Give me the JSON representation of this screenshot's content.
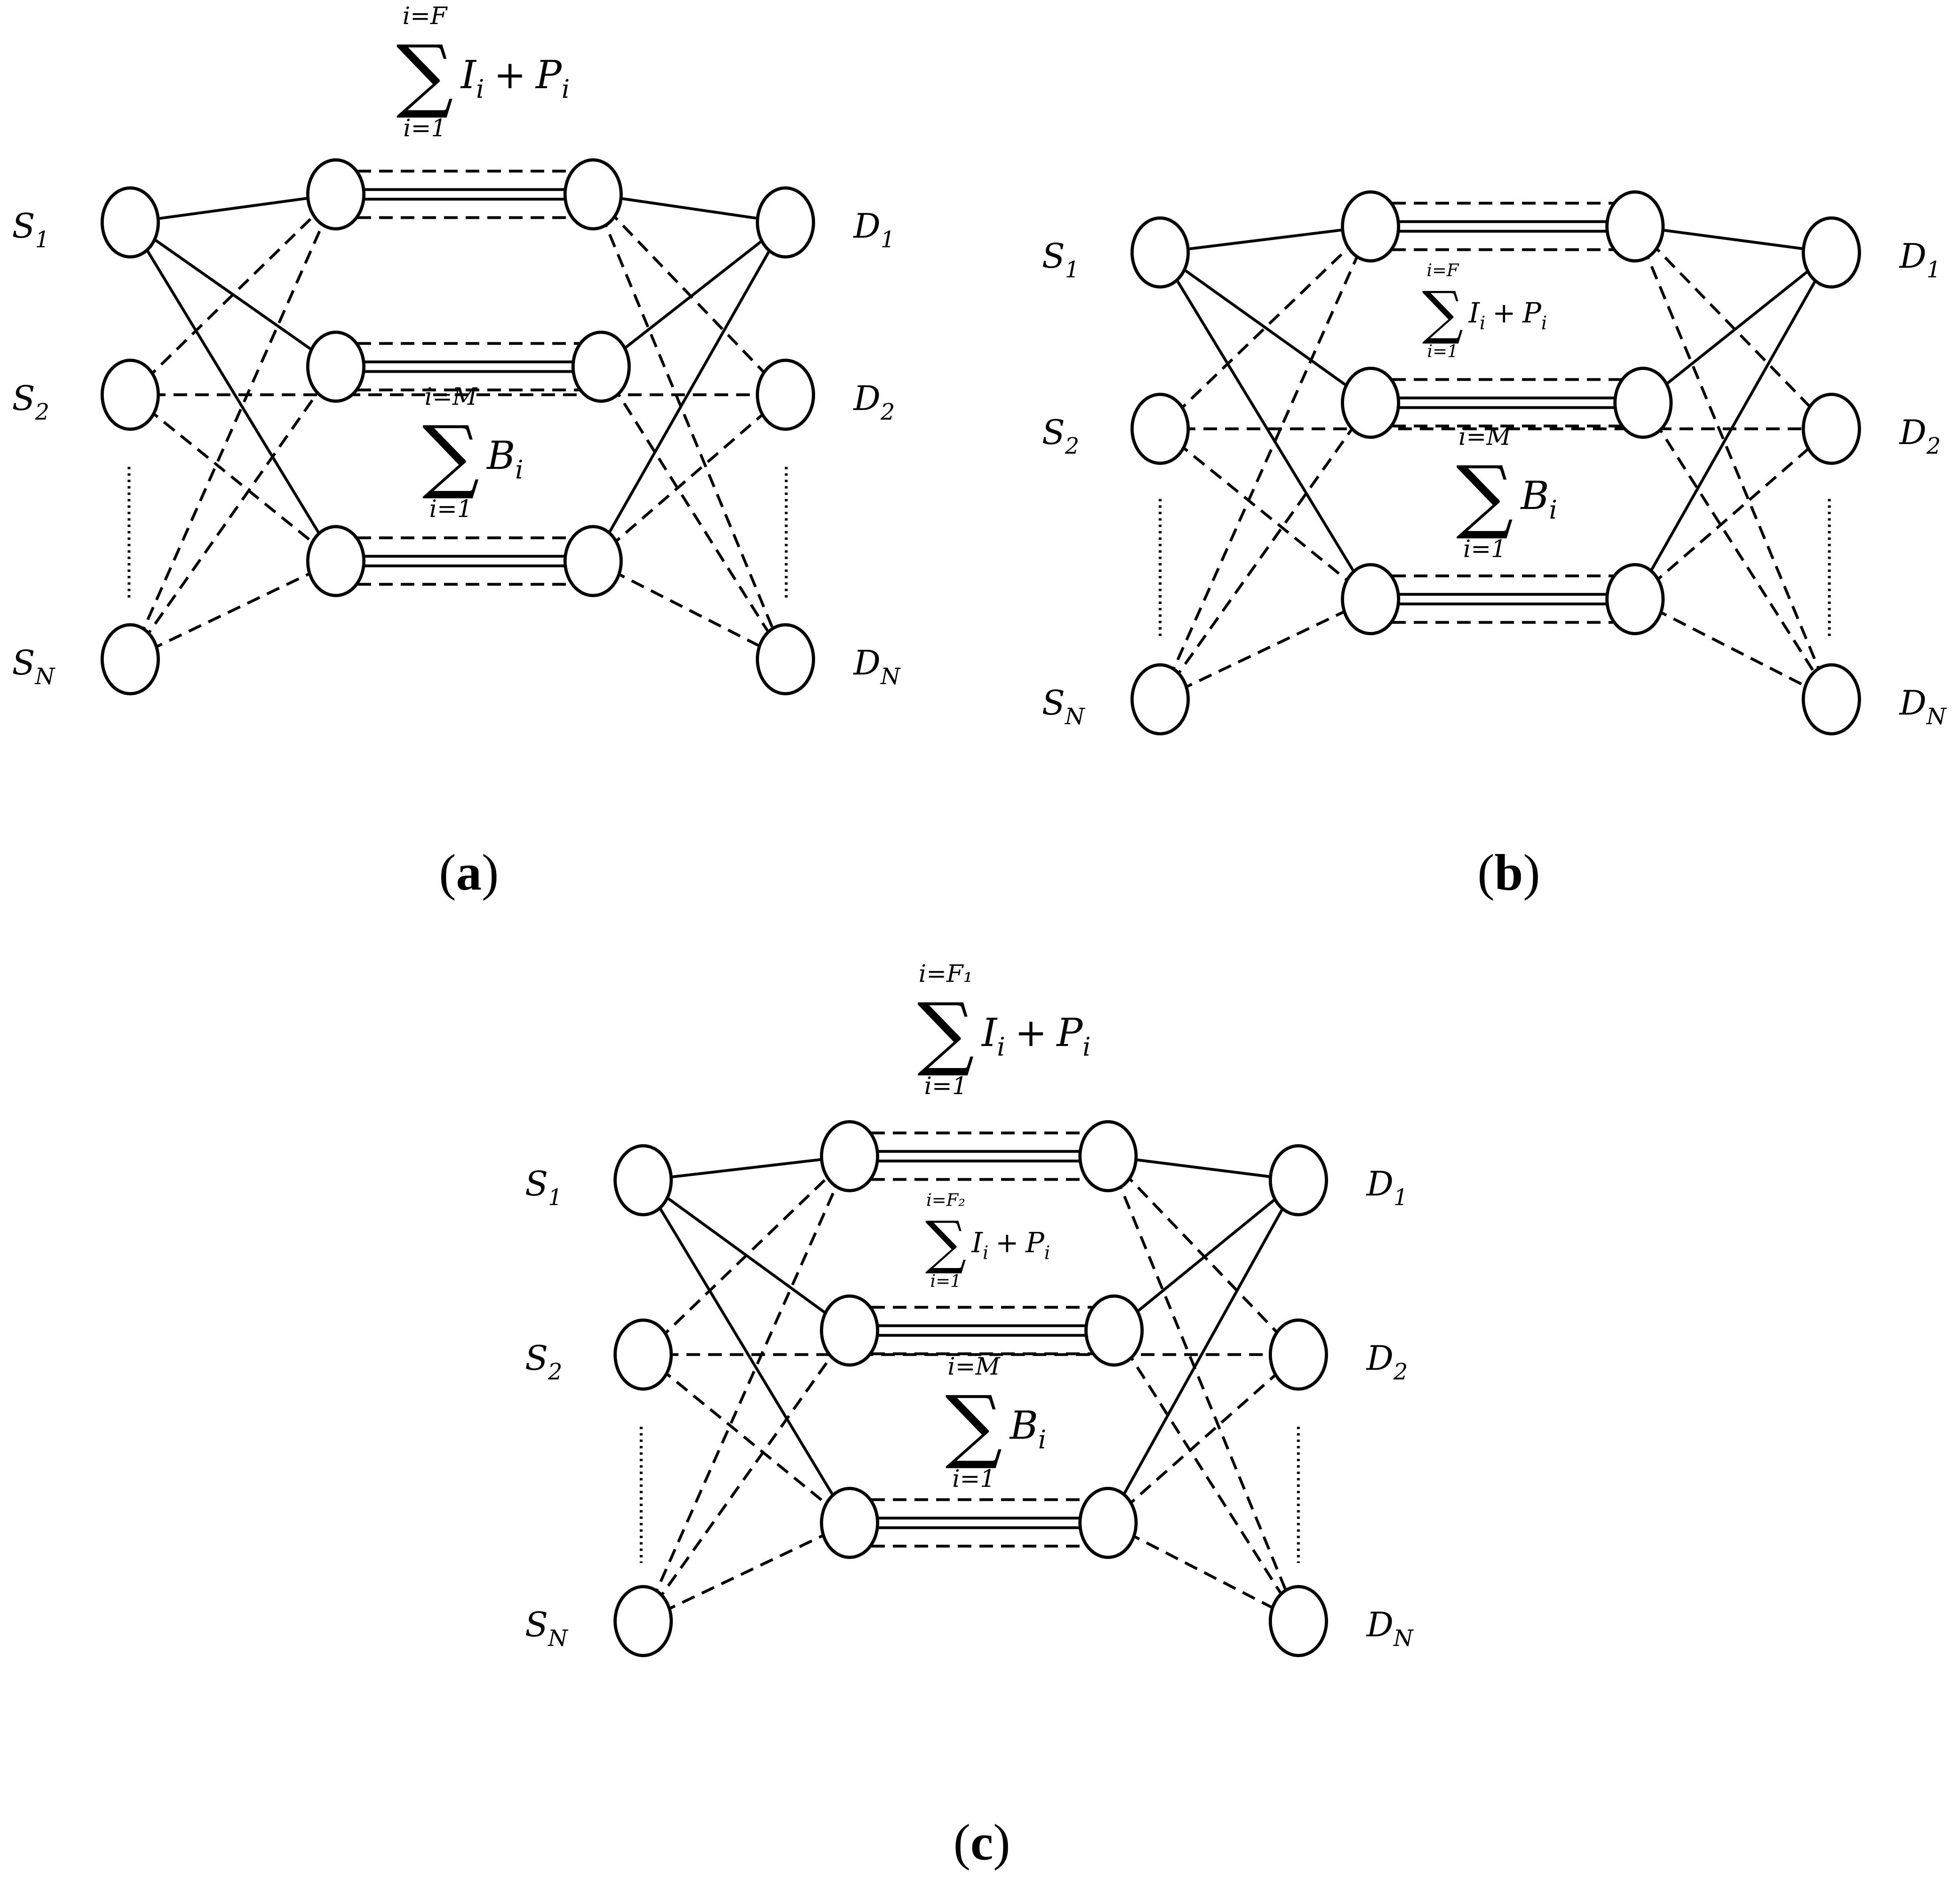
{
  "panels": [
    {
      "caption": {
        "open": "(",
        "letter": "a",
        "close": ")"
      },
      "labels": {
        "sources": [
          {
            "base": "S",
            "sub": "1"
          },
          {
            "base": "S",
            "sub": "2"
          },
          {
            "base": "S",
            "sub": "N"
          }
        ],
        "destinations": [
          {
            "base": "D",
            "sub": "1"
          },
          {
            "base": "D",
            "sub": "2"
          },
          {
            "base": "D",
            "sub": "N"
          }
        ]
      },
      "sums": [
        {
          "upper": "i=F",
          "lower": "i=1",
          "symbol": "∑",
          "body": "I",
          "body_sub": "i",
          "plus": "+",
          "body2": "P",
          "body2_sub": "i"
        },
        {
          "upper": "i=M",
          "lower": "i=1",
          "symbol": "∑",
          "body": "B",
          "body_sub": "i"
        }
      ]
    },
    {
      "caption": {
        "open": "(",
        "letter": "b",
        "close": ")"
      },
      "labels": {
        "sources": [
          {
            "base": "S",
            "sub": "1"
          },
          {
            "base": "S",
            "sub": "2"
          },
          {
            "base": "S",
            "sub": "N"
          }
        ],
        "destinations": [
          {
            "base": "D",
            "sub": "1"
          },
          {
            "base": "D",
            "sub": "2"
          },
          {
            "base": "D",
            "sub": "N"
          }
        ]
      },
      "sums": [
        {
          "upper": "i=F",
          "lower": "i=1",
          "symbol": "∑",
          "body": "I",
          "body_sub": "i",
          "plus": "+",
          "body2": "P",
          "body2_sub": "i"
        },
        {
          "upper": "i=M",
          "lower": "i=1",
          "symbol": "∑",
          "body": "B",
          "body_sub": "i"
        }
      ]
    },
    {
      "caption": {
        "open": "(",
        "letter": "c",
        "close": ")"
      },
      "labels": {
        "sources": [
          {
            "base": "S",
            "sub": "1"
          },
          {
            "base": "S",
            "sub": "2"
          },
          {
            "base": "S",
            "sub": "N"
          }
        ],
        "destinations": [
          {
            "base": "D",
            "sub": "1"
          },
          {
            "base": "D",
            "sub": "2"
          },
          {
            "base": "D",
            "sub": "N"
          }
        ]
      },
      "sums": [
        {
          "upper": "i=F₁",
          "lower": "i=1",
          "symbol": "∑",
          "body": "I",
          "body_sub": "i",
          "plus": "+",
          "body2": "P",
          "body2_sub": "i"
        },
        {
          "upper": "i=F₂",
          "lower": "i=1",
          "symbol": "∑",
          "body": "I",
          "body_sub": "i",
          "plus": "+",
          "body2": "P",
          "body2_sub": "i"
        },
        {
          "upper": "i=M",
          "lower": "i=1",
          "symbol": "∑",
          "body": "B",
          "body_sub": "i"
        }
      ]
    }
  ],
  "style": {
    "stroke": "#000000",
    "background": "#ffffff"
  }
}
